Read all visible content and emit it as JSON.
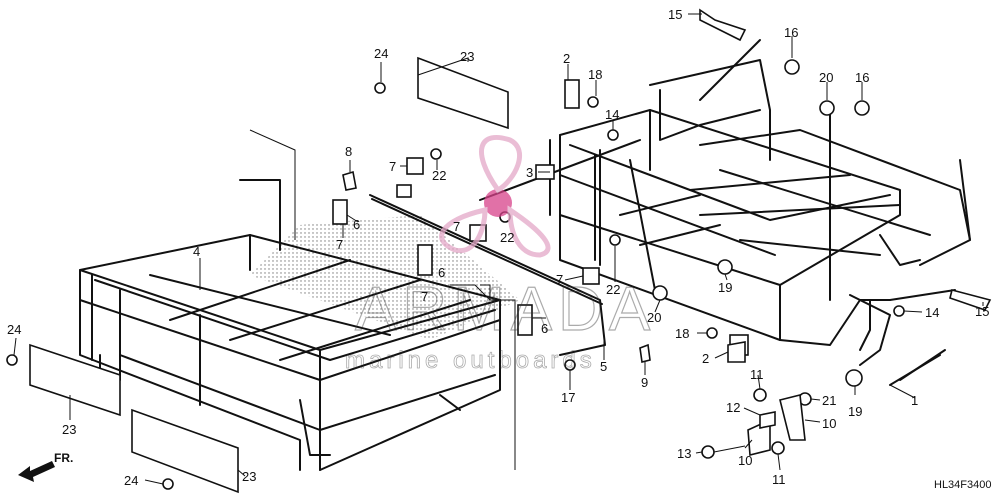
{
  "diagram_code": "HL34F3400",
  "front_label": "FR.",
  "watermark": {
    "brand": "ARMADA",
    "tagline": "marine outboards"
  },
  "labels": [
    "15",
    "16",
    "20",
    "16",
    "2",
    "18",
    "24",
    "23",
    "14",
    "3",
    "8",
    "7",
    "22",
    "6",
    "7",
    "7",
    "22",
    "6",
    "7",
    "4",
    "7",
    "22",
    "20",
    "19",
    "14",
    "15",
    "24",
    "23",
    "23",
    "24",
    "18",
    "2",
    "6",
    "5",
    "9",
    "17",
    "11",
    "21",
    "19",
    "1",
    "12",
    "10",
    "13",
    "10",
    "11"
  ]
}
